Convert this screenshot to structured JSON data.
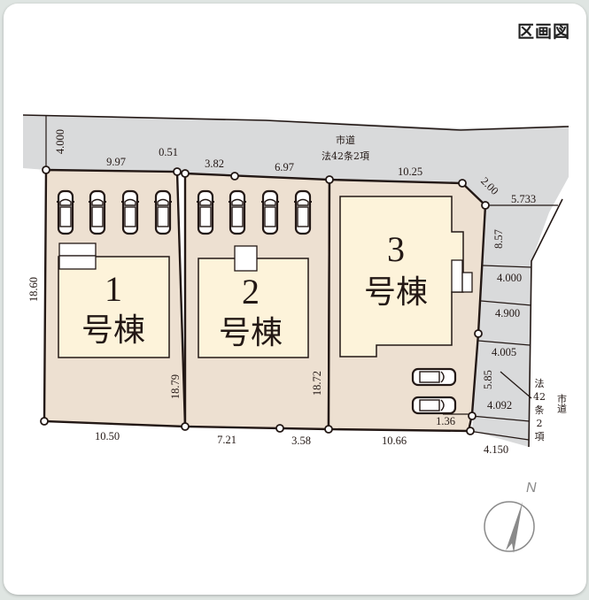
{
  "header": {
    "title": "区画図"
  },
  "colors": {
    "lot_fill": "#ede0d1",
    "building_fill": "#fdf3da",
    "road_fill": "#d9dadb",
    "line": "#231815",
    "compass": "#8a8a8a"
  },
  "road_north": {
    "line1": "市道",
    "line2": "法42条2項"
  },
  "road_east": {
    "line1": "市道",
    "chars": [
      "法",
      "42",
      "条",
      "2",
      "項"
    ]
  },
  "lots": [
    {
      "number": "1",
      "suffix": "号棟",
      "parking": 4
    },
    {
      "number": "2",
      "suffix": "号棟",
      "parking": 4
    },
    {
      "number": "3",
      "suffix": "号棟",
      "parking": 2
    }
  ],
  "dimensions": {
    "road_width_west": "4.000",
    "lot1_top": "9.97",
    "gap_top": "0.51",
    "lot2_top_a": "3.82",
    "lot2_top_b": "6.97",
    "lot3_top": "10.25",
    "corner_cut": "2.00",
    "road_east_1": "5.733",
    "east_1": "8.57",
    "road_east_2": "4.000",
    "road_east_3": "4.900",
    "road_east_4": "4.005",
    "east_2": "5.85",
    "road_east_5": "4.092",
    "road_east_6": "4.150",
    "east_small": "1.36",
    "lot1_left": "18.60",
    "lot1_right": "18.79",
    "lot2_right": "18.72",
    "lot1_bottom": "10.50",
    "lot2_bottom_a": "7.21",
    "lot2_bottom_b": "3.58",
    "lot3_bottom": "10.66"
  },
  "compass": {
    "label": "N"
  }
}
